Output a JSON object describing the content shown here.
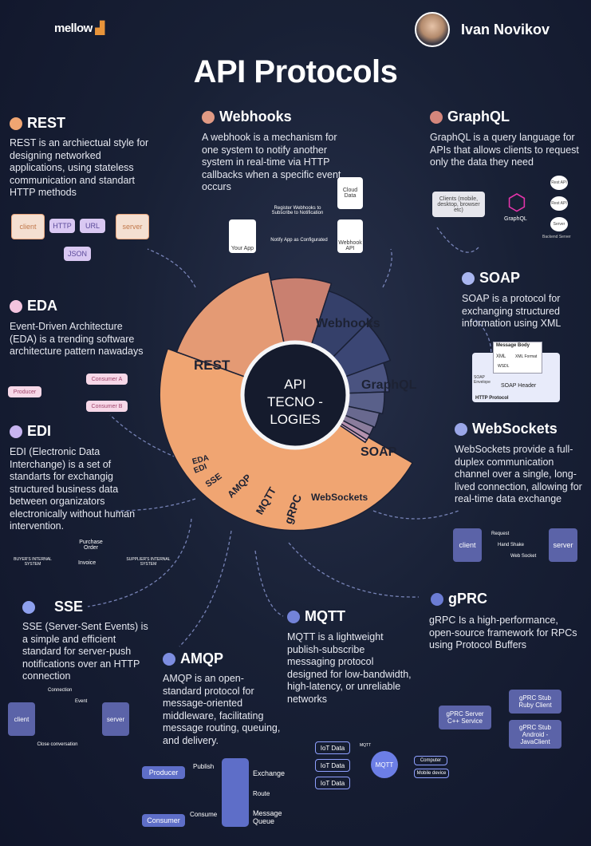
{
  "header": {
    "logo": "mellow",
    "author": "Ivan Novikov",
    "title": "API Protocols"
  },
  "center": {
    "line1": "API",
    "line2": "TECNO -",
    "line3": "LOGIES"
  },
  "wheel": [
    "REST",
    "Webhooks",
    "GraphQL",
    "SOAP",
    "WebSockets",
    "gRPC",
    "MQTT",
    "AMQP",
    "SSE",
    "EDI",
    "EDA"
  ],
  "sections": {
    "rest": {
      "title": "REST",
      "color": "#f0a572",
      "desc": "REST is an archiectual style for designing networked applications, using stateless communication and standart HTTP methods",
      "diagram": {
        "client": "client",
        "http": "HTTP",
        "url": "URL",
        "server": "server",
        "json": "JSON"
      }
    },
    "webhooks": {
      "title": "Webhooks",
      "color": "#e19a84",
      "desc": "A webhook is a mechanism for one system to notify another system in real-time via HTTP callbacks when a specific event occurs",
      "diagram": {
        "your_app": "Your App",
        "cloud": "Cloud Data",
        "register": "Register Webhooks to Subscribe to Notification",
        "notify": "Notify App as Configurated",
        "webhook_api": "Webhook API"
      }
    },
    "graphql": {
      "title": "GraphQL",
      "color": "#d4867c",
      "desc": "GraphQL is a query language for APIs that allows clients to request only the data they need",
      "diagram": {
        "clients": "Clients (mobile, desktop, browser etc)",
        "graphql": "GraphQL",
        "n1": "Rest API",
        "n2": "Rest API",
        "n3": "Server",
        "backend": "Backend Server"
      }
    },
    "soap": {
      "title": "SOAP",
      "color": "#a9b6f0",
      "desc": "SOAP is a protocol for exchanging structured information using XML",
      "diagram": {
        "body": "Message Body",
        "xml": "XML",
        "format": "XML Format",
        "wsdl": "WSDL",
        "envelope": "SOAP Envelope",
        "header": "SOAP Header",
        "http": "HTTP Protocol"
      }
    },
    "websockets": {
      "title": "WebSockets",
      "color": "#9aa6e8",
      "desc": "WebSockets provide a full-duplex communication channel over a single, long-lived connection, allowing for real-time data exchange",
      "diagram": {
        "client": "client",
        "server": "server",
        "request": "Request",
        "handshake": "Hand Shake",
        "socket": "Web Socket"
      }
    },
    "eda": {
      "title": "EDA",
      "color": "#f3c4de",
      "desc": "Event-Driven Architecture (EDA) is a trending software architecture pattern nawadays",
      "diagram": {
        "producer": "Producer",
        "a": "Consumer A",
        "b": "Consumer B"
      }
    },
    "edi": {
      "title": "EDI",
      "color": "#c7b4f0",
      "desc": "EDI (Electronic Data Interchange) is a set of standarts for exchangig structured business data between organizators electronically without human intervention.",
      "diagram": {
        "buyer": "BUYER'S INTERNAL SYSTEM",
        "supplier": "SUPPLIER'S INTERNAL SYSTEM",
        "po": "Purchase Order",
        "invoice": "Invoice"
      }
    },
    "sse": {
      "title": "SSE",
      "color": "#8ea0ee",
      "desc": "SSE (Server-Sent Events) is a simple and efficient standard for server-push notifications over an HTTP connection",
      "diagram": {
        "client": "client",
        "server": "server",
        "connection": "Connection",
        "event": "Event",
        "close": "Close conversation"
      }
    },
    "amqp": {
      "title": "AMQP",
      "color": "#7d8de0",
      "desc": "AMQP is an open-standard protocol for message-oriented middleware, facilitating message routing, queuing, and delivery.",
      "diagram": {
        "producer": "Producer",
        "publish": "Publish",
        "exchange": "Exchange",
        "route": "Route",
        "consumer": "Consumer",
        "consume": "Consume",
        "queue": "Message Queue"
      }
    },
    "mqtt": {
      "title": "MQTT",
      "color": "#7383d8",
      "desc": "MQTT is a lightweight publish-subscribe messaging protocol designed for low-bandwidth, high-latency, or unreliable networks",
      "diagram": {
        "iot": "IoT Data",
        "mqtt": "MQTT",
        "broker": "MQTT",
        "computer": "Computer",
        "mobile": "Mobile device"
      }
    },
    "grpc": {
      "title": "gPRC",
      "color": "#6b7cd4",
      "desc": "gRPC Is a high-performance, open-source framework for RPCs using Protocol Buffers",
      "diagram": {
        "server": "gPRC Server",
        "cpp": "C++ Service",
        "stub1": "gPRC Stub",
        "ruby": "Ruby Client",
        "stub2": "gPRC Stub",
        "android": "Android - JavaClient"
      }
    }
  }
}
